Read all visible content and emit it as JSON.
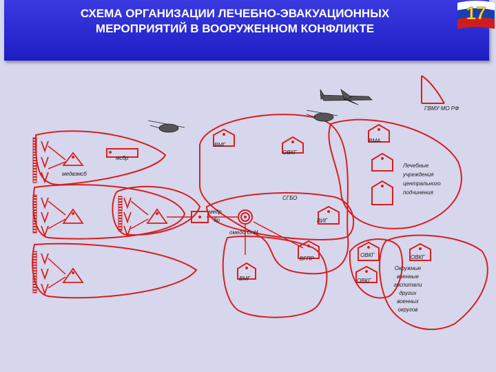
{
  "header": {
    "title_line1": "СХЕМА ОРГАНИЗАЦИИ ЛЕЧЕБНО-ЭВАКУАЦИОННЫХ",
    "title_line2": "МЕРОПРИЯТИЙ  В ВООРУЖЕННОМ КОНФЛИКТЕ",
    "page_number": "17",
    "flag_colors": [
      "#ffffff",
      "#1c3fb0",
      "#d21c1c"
    ]
  },
  "colors": {
    "line": "#d61f1f",
    "background": "#d6d6ec",
    "header": "#2424cc"
  },
  "labels": {
    "gvmu": "ГВМУ  МО РФ",
    "vma": "ВМА",
    "vmg": "ВМГ",
    "ovkg": "ОВКГ",
    "msbr": "мсбр",
    "medvzmsb": "медвзмсб",
    "lechebnye": [
      "Лечебные",
      "учреждения",
      "центрального",
      "подчинения"
    ],
    "sgbo": "СГБО",
    "medr": [
      "медр",
      "бр"
    ],
    "vig": "ВИГ",
    "omedo": "омедо СпН",
    "vgpr": "ВГПР",
    "vmg2": "ВМГ",
    "ovkg2": "ОВКГ",
    "ovkg3": "ОВКГ",
    "ovkg4": "ОВКГ",
    "okruzhnye": [
      "Окружные",
      "военные",
      "госпитали",
      "других",
      "военных",
      "округов"
    ]
  },
  "icons": [
    "airplane-icon",
    "helicopter-icon",
    "flag-icon",
    "medical-post-icon",
    "medical-unit-triangle-icon"
  ]
}
